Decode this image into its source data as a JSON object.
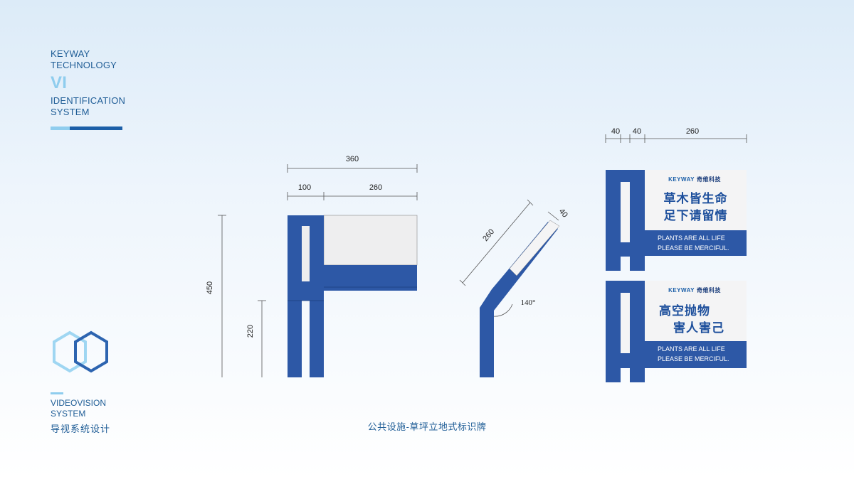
{
  "brand": {
    "line1": "KEYWAY",
    "line2": "TECHNOLOGY",
    "vi": "VI",
    "line3": "IDENTIFICATION",
    "line4": "SYSTEM"
  },
  "footer": {
    "line1": "VIDEOVISION",
    "line2": "SYSTEM",
    "zh": "导视系统设计"
  },
  "caption": "公共设施-草坪立地式标识牌",
  "front_view": {
    "dims": {
      "total_width": "360",
      "left_width": "100",
      "right_width": "260",
      "height": "450",
      "lower_height": "220"
    }
  },
  "side_view": {
    "dims": {
      "panel_length": "260",
      "panel_thickness": "40",
      "angle": "140°"
    }
  },
  "sign_views": {
    "dims": {
      "d1": "40",
      "d2": "40",
      "d3": "260"
    },
    "sign1": {
      "logo": "KEYWAY",
      "logo_zh": "奇维科技",
      "cn_line1": "草木皆生命",
      "cn_line2": "足下请留情",
      "en_line1": "PLANTS ARE ALL LIFE",
      "en_line2": "PLEASE BE MERCIFUL."
    },
    "sign2": {
      "logo": "KEYWAY",
      "logo_zh": "奇维科技",
      "cn_line1": "高空抛物",
      "cn_line2": "害人害己",
      "en_line1": "PLANTS ARE ALL LIFE",
      "en_line2": "PLEASE BE MERCIFUL."
    }
  },
  "colors": {
    "primary": "#2d58a6",
    "accent_light": "#8fcdee",
    "panel": "#f4f4f5"
  }
}
